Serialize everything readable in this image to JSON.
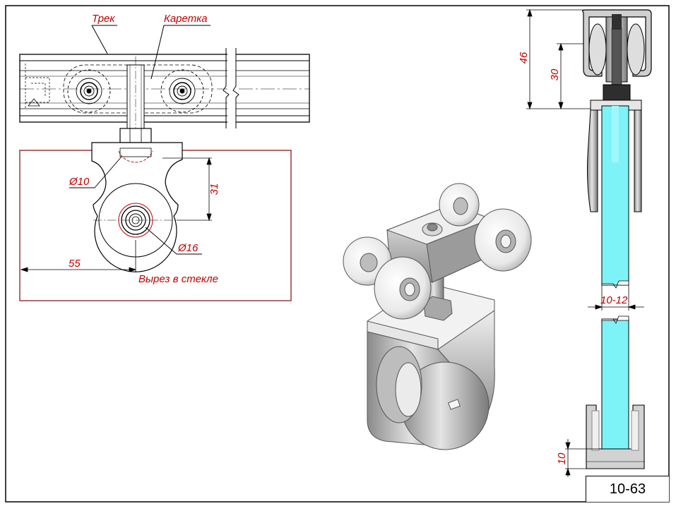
{
  "labels": {
    "track": "Трек",
    "carriage": "Каретка",
    "diam10": "Ø10",
    "diam16": "Ø16",
    "dim31": "31",
    "dim55": "55",
    "glass_cutout": "Вырез в стекле",
    "dim46": "46",
    "dim30": "30",
    "dim10_12": "10-12",
    "dim10": "10"
  },
  "drawing_number": "10-63",
  "colors": {
    "dimension": "#c00000",
    "glass": "#7ef3f7",
    "outline": "#000000",
    "metal_light": "#d6d6d6",
    "metal_dark": "#7d7d7d"
  }
}
